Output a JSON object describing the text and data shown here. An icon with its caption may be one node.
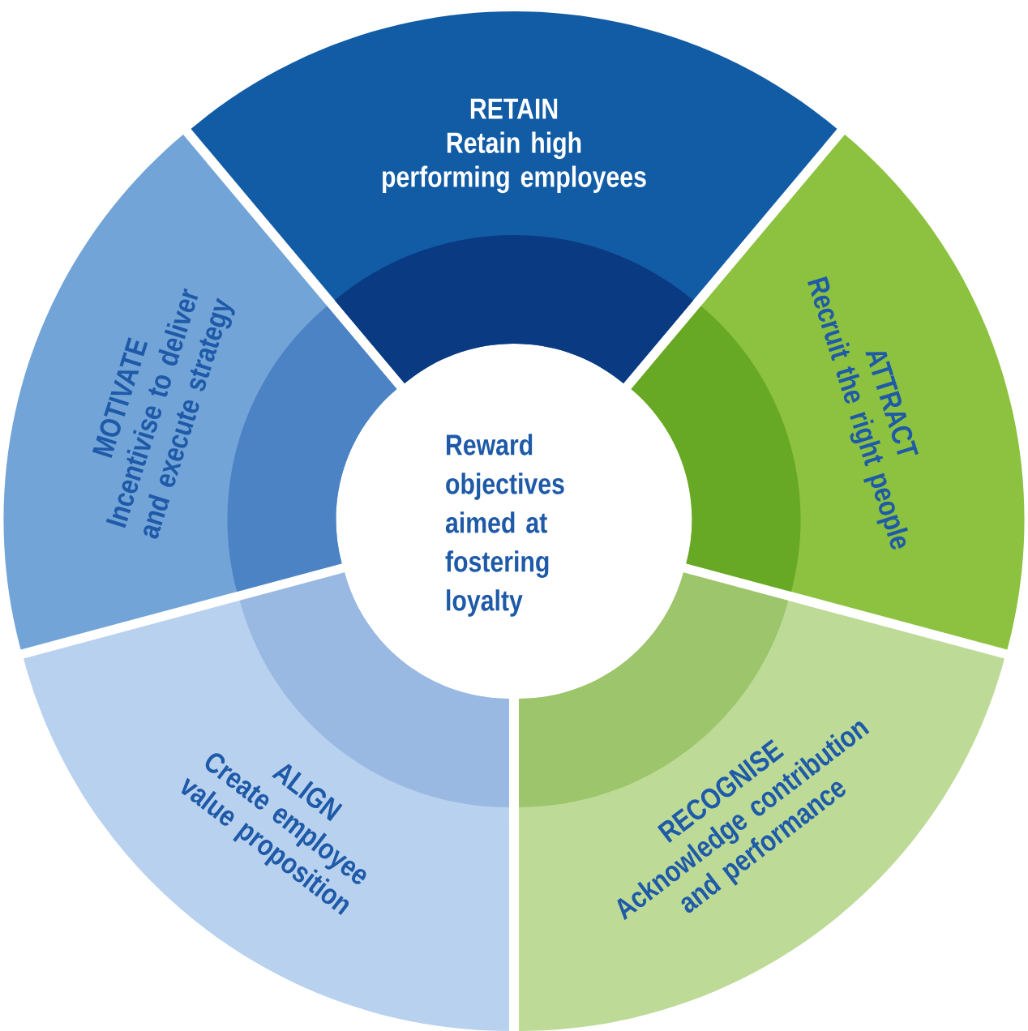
{
  "diagram": {
    "nodes": [
      {
        "text": [
          "RETAIN",
          "Retain high performing employees"
        ]
      },
      {
        "text": [
          "ATTRACT",
          "Recruit the right people"
        ]
      },
      {
        "text": [
          "RECOGNISE",
          "Acknowledge contribution and performance"
        ]
      },
      {
        "text": [
          "ALIGN",
          "Create employee value proposition"
        ]
      },
      {
        "text": [
          "MOTIVATE",
          "Incentivise to deliver and execute strategy"
        ]
      },
      {
        "text": [
          "Reward objectives aimed at fostering loyalty"
        ]
      }
    ]
  }
}
